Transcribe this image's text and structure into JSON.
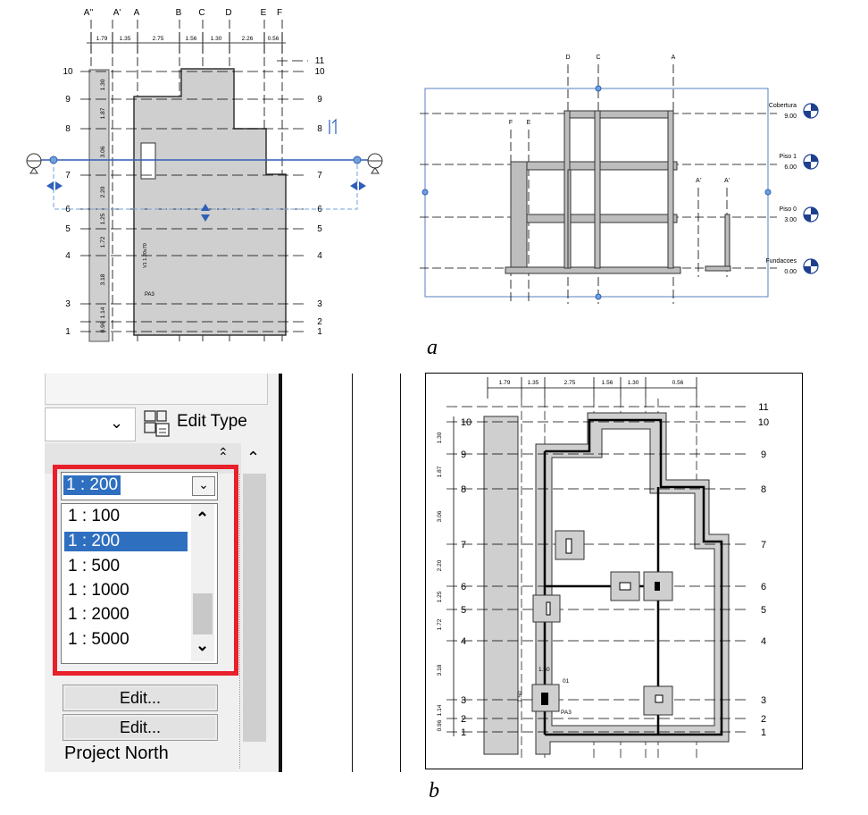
{
  "plan_a": {
    "grid_cols": [
      "A''",
      "A'",
      "A",
      "B",
      "C",
      "D",
      "E",
      "F"
    ],
    "dims_x": [
      "1.79",
      "1.35",
      "2.75",
      "1.56",
      "1.30",
      "2.26",
      "0.56"
    ],
    "rows_left": [
      "10",
      "9",
      "8",
      "7",
      "6",
      "5",
      "4",
      "3",
      "1"
    ],
    "rows_right": [
      "11",
      "10",
      "9",
      "8",
      "7",
      "6",
      "5",
      "4",
      "3",
      "2",
      "1"
    ],
    "dims_y": [
      "1.30",
      "1.87",
      "3.06",
      "2.20",
      "1.25",
      "1.72",
      "3.18",
      "1.14",
      "0.96"
    ],
    "tags": {
      "wall_tag": "V1 1.20x70",
      "foot_tag": "PA3"
    }
  },
  "section_a": {
    "grid_cols": [
      "D",
      "C",
      "A",
      "F",
      "E",
      "A'",
      "A'"
    ],
    "levels": [
      {
        "name": "Cobertura",
        "elev": "9.00"
      },
      {
        "name": "Piso 1",
        "elev": "6.00"
      },
      {
        "name": "Piso 0",
        "elev": "3.00"
      },
      {
        "name": "Fundacoes",
        "elev": "0.00"
      }
    ]
  },
  "captions": {
    "a": "a",
    "b": "b"
  },
  "properties": {
    "edit_type_label": "Edit Type",
    "scale_selected": "1 : 200",
    "scale_options": [
      "1 : 100",
      "1 : 200",
      "1 : 500",
      "1 : 1000",
      "1 : 2000",
      "1 : 5000"
    ],
    "edit_button_1": "Edit...",
    "edit_button_2": "Edit...",
    "orientation": "Project North"
  },
  "plan_b": {
    "dims_x": [
      "1.79",
      "1.35",
      "2.75",
      "1.56",
      "1.30",
      "0.56"
    ],
    "rows": [
      "11",
      "10",
      "9",
      "8",
      "7",
      "6",
      "5",
      "4",
      "3",
      "2",
      "1"
    ],
    "dims_y": [
      "1.30",
      "1.87",
      "3.06",
      "2.20",
      "1.25",
      "1.72",
      "3.18",
      "1.14",
      "0.96"
    ],
    "labels": {
      "fdim_top": "1.50",
      "fdim_side": "1.50",
      "fdim_tag": "01",
      "foot_tag": "PA3"
    }
  },
  "colors": {
    "highlight_red": "#e8202a",
    "select_blue": "#2f6fc0",
    "grid_blue": "#2f5fb8"
  }
}
